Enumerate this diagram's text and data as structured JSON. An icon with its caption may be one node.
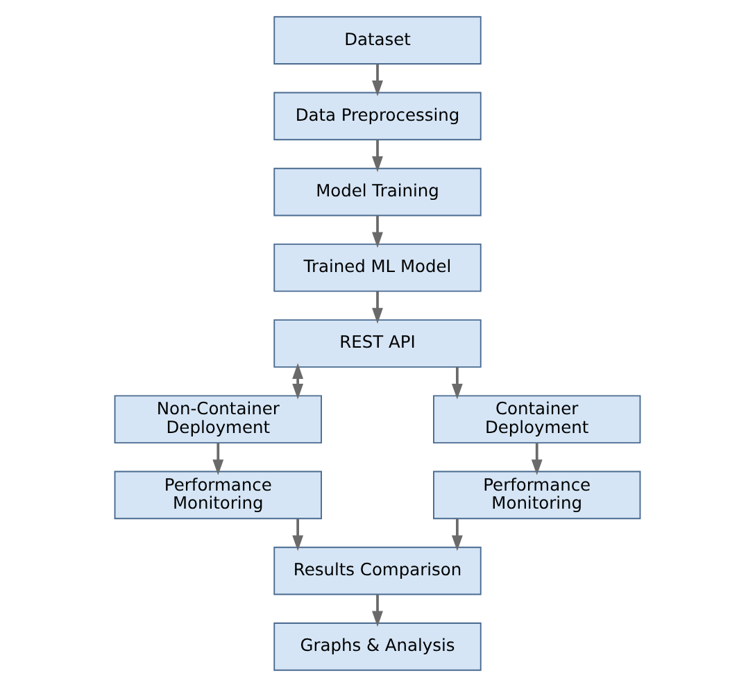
{
  "diagram": {
    "nodes": [
      {
        "text": [
          "Dataset"
        ]
      },
      {
        "text": [
          "Data Preprocessing"
        ]
      },
      {
        "text": [
          "Model Training"
        ]
      },
      {
        "text": [
          "Trained ML Model"
        ]
      },
      {
        "text": [
          "REST API"
        ]
      },
      {
        "text": [
          "Non-Container Deployment"
        ]
      },
      {
        "text": [
          "Container Deployment"
        ]
      },
      {
        "text": [
          "Performance Monitoring"
        ]
      },
      {
        "text": [
          "Performance Monitoring"
        ]
      },
      {
        "text": [
          "Results Comparison"
        ]
      },
      {
        "text": [
          "Graphs & Analysis"
        ]
      }
    ],
    "edges": [
      {
        "from": 0,
        "to": 1,
        "arrow": "to"
      },
      {
        "from": 1,
        "to": 2,
        "arrow": "to"
      },
      {
        "from": 2,
        "to": 3,
        "arrow": "to"
      },
      {
        "from": 3,
        "to": 4,
        "arrow": "to"
      },
      {
        "from": 4,
        "to": 5,
        "arrow": "both"
      },
      {
        "from": 4,
        "to": 6,
        "arrow": "to"
      },
      {
        "from": 5,
        "to": 7,
        "arrow": "to"
      },
      {
        "from": 6,
        "to": 8,
        "arrow": "to"
      },
      {
        "from": 7,
        "to": 9,
        "arrow": "to"
      },
      {
        "from": 8,
        "to": 9,
        "arrow": "to"
      },
      {
        "from": 9,
        "to": 10,
        "arrow": "to"
      }
    ]
  }
}
